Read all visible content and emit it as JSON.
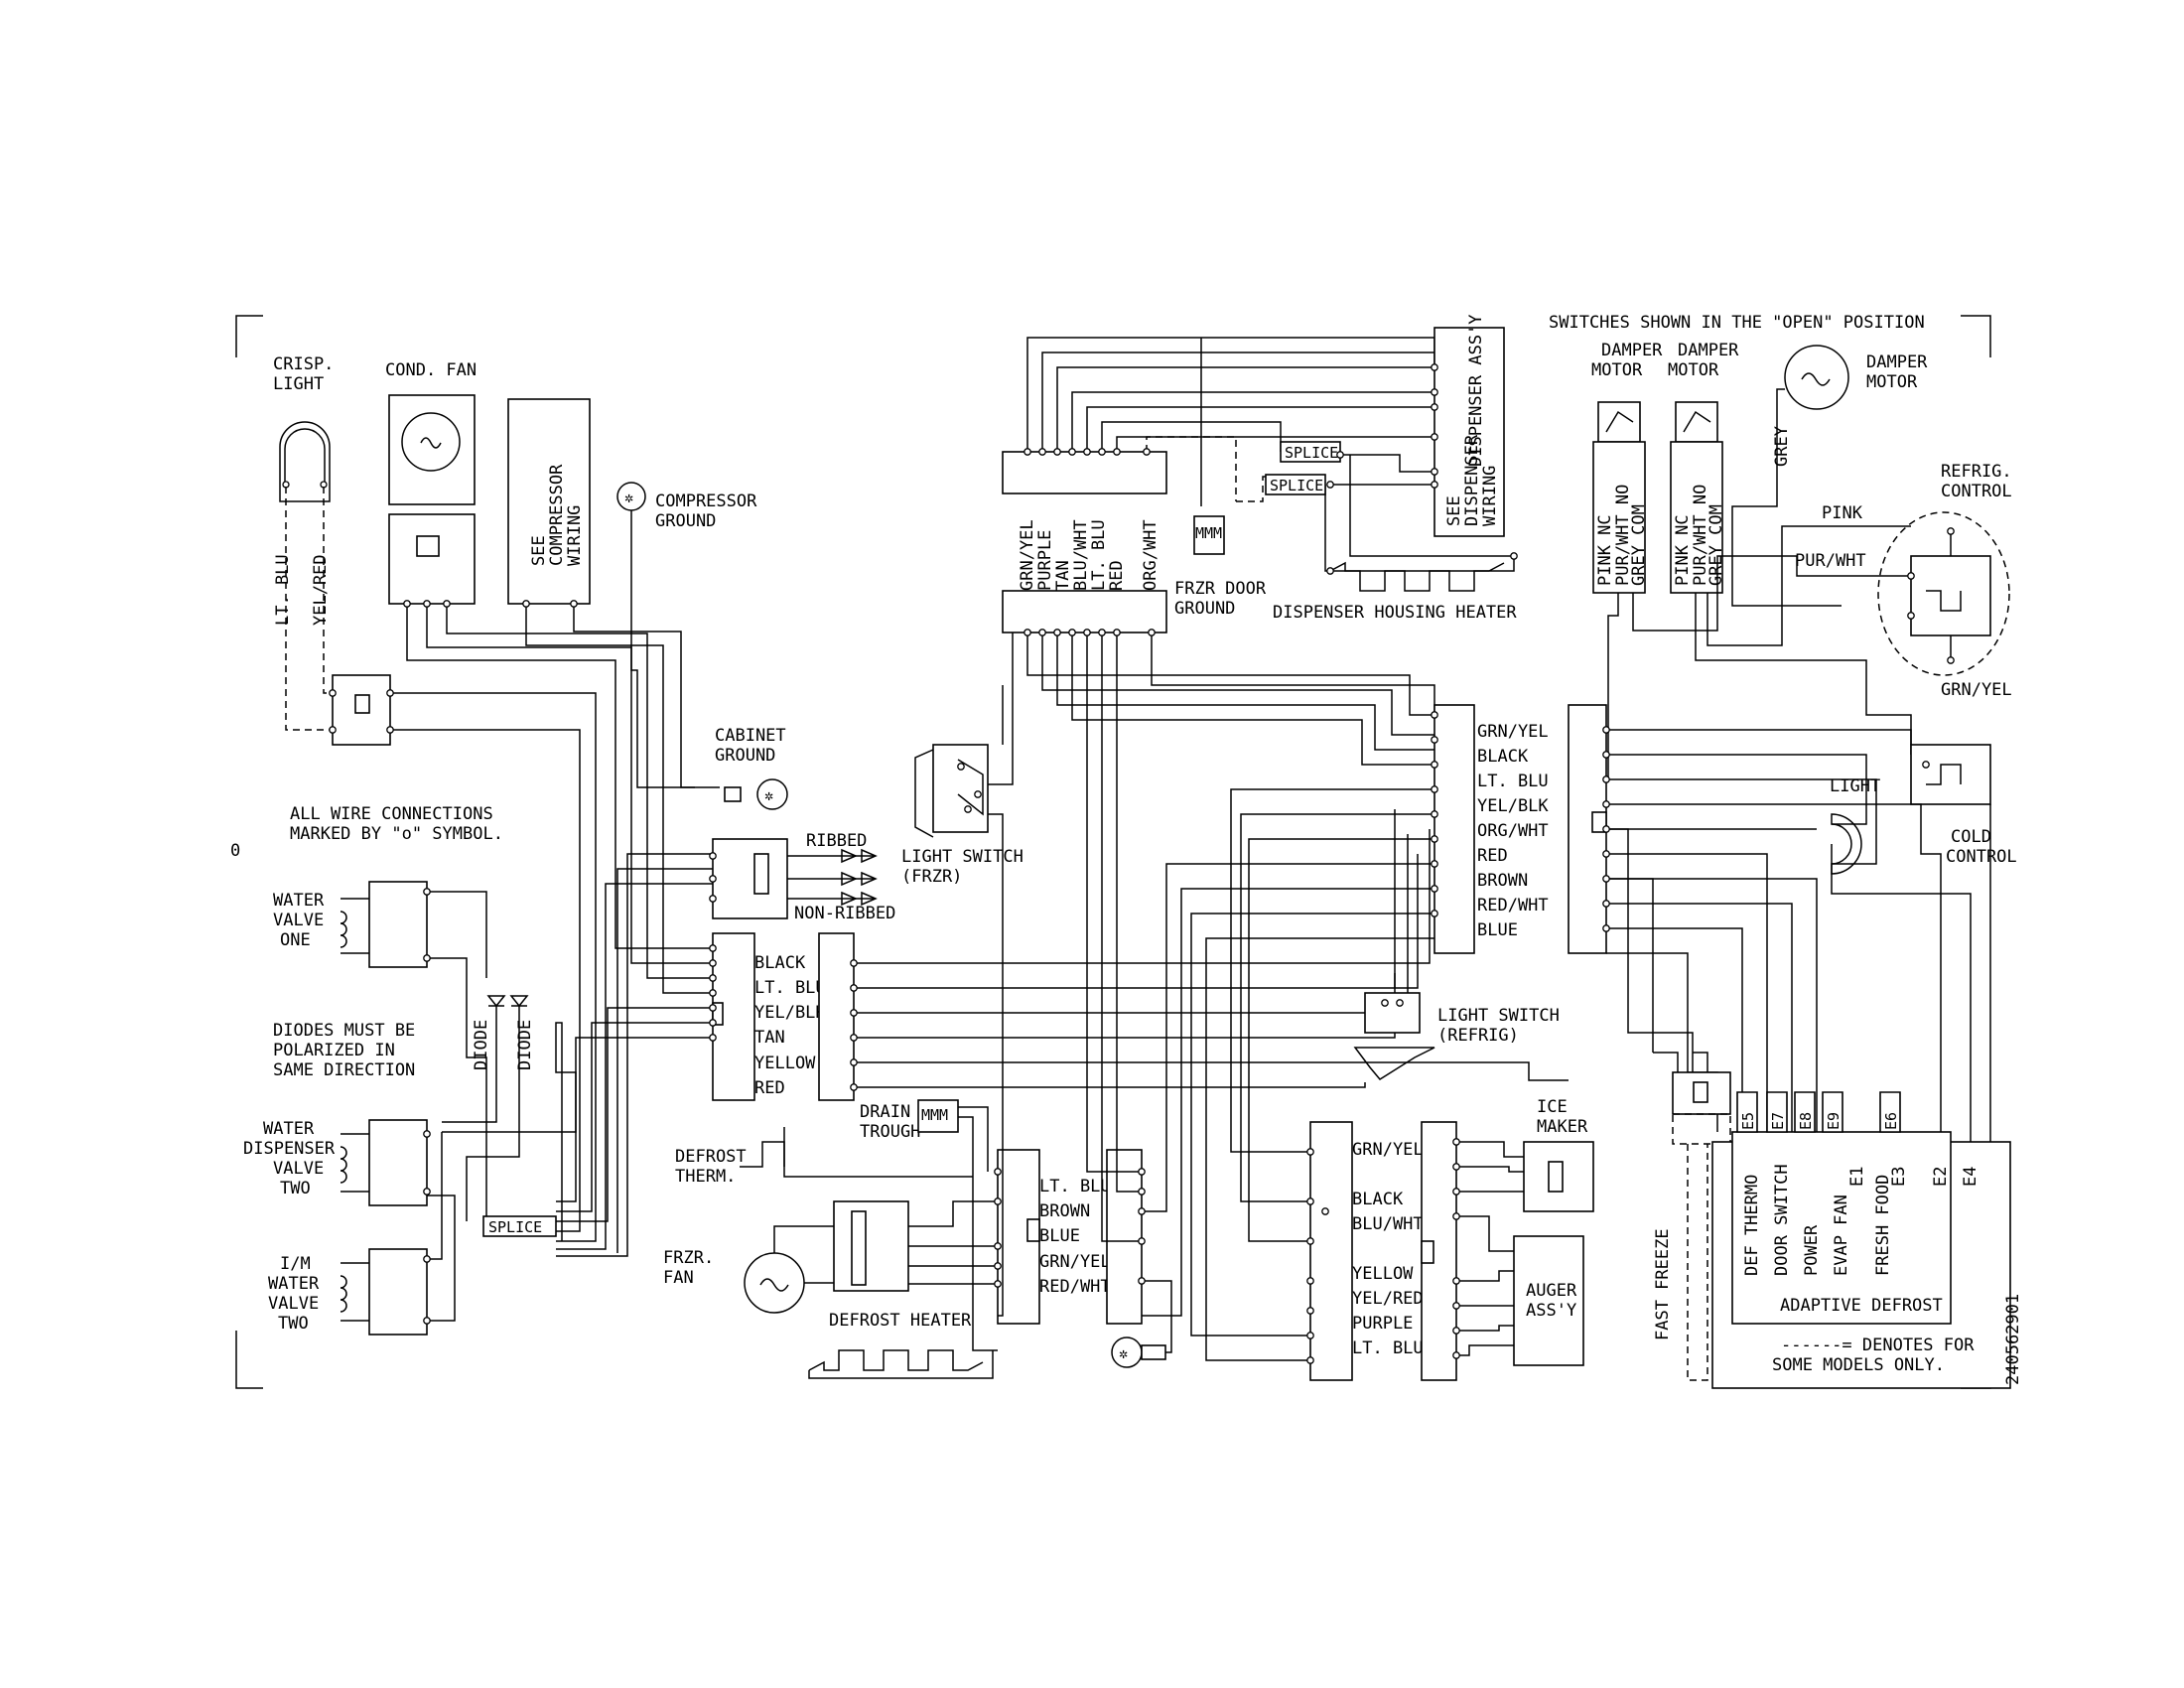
{
  "labels": {
    "crisp_light": [
      "CRISP.",
      "LIGHT"
    ],
    "cond_fan": "COND. FAN",
    "lt_blu": "LT. BLU",
    "yel_red": "YEL/RED",
    "see_compressor_wiring": [
      "SEE",
      "COMPRESSOR",
      "WIRING"
    ],
    "compressor_ground": [
      "COMPRESSOR",
      "GROUND"
    ],
    "cabinet_ground": [
      "CABINET",
      "GROUND"
    ],
    "all_wire_connections": [
      "ALL WIRE CONNECTIONS",
      "MARKED BY \"o\" SYMBOL."
    ],
    "ribbed": "RIBBED",
    "non_ribbed": "NON-RIBBED",
    "water_valve_one": [
      "WATER",
      "VALVE",
      "ONE"
    ],
    "diodes_note": [
      "DIODES MUST BE",
      "POLARIZED IN",
      "SAME DIRECTION"
    ],
    "diode": "DIODE",
    "water_dispenser_valve_two": [
      "WATER",
      "DISPENSER",
      "VALVE",
      "TWO"
    ],
    "im_water_valve_two": [
      "I/M",
      "WATER",
      "VALVE",
      "TWO"
    ],
    "splice": "SPLICE",
    "center_connector": [
      "BLACK",
      "LT. BLU",
      "YEL/BLK",
      "TAN",
      "YELLOW",
      "RED"
    ],
    "drain_trough": [
      "DRAIN",
      "TROUGH"
    ],
    "defrost_therm": [
      "DEFROST",
      "THERM."
    ],
    "frzr_fan": [
      "FRZR.",
      "FAN"
    ],
    "defrost_heater": "DEFROST HEATER",
    "bottom_connector_a": [
      "LT. BLU",
      "BROWN",
      "BLUE",
      "GRN/YEL",
      "RED/WHT"
    ],
    "top_connector": [
      "GRN/YEL",
      "PURPLE",
      "TAN",
      "BLU/WHT",
      "LT. BLU",
      "RED",
      "ORG/WHT"
    ],
    "frzr_door_ground": [
      "FRZR DOOR",
      "GROUND"
    ],
    "see_dispenser_wiring": [
      "SEE",
      "DISPENSER",
      "WIRING"
    ],
    "dispenser_assy": "DISPENSER ASS'Y",
    "dispenser_housing_heater": "DISPENSER HOUSING HEATER",
    "light_switch_frzr": [
      "LIGHT SWITCH",
      "(FRZR)"
    ],
    "right_connector": [
      "GRN/YEL",
      "BLACK",
      "LT. BLU",
      "YEL/BLK",
      "ORG/WHT",
      "RED",
      "BROWN",
      "RED/WHT",
      "BLUE"
    ],
    "light_switch_refrig": [
      "LIGHT SWITCH",
      "(REFRIG)"
    ],
    "bottom_connector_b": [
      "GRN/YEL",
      "BLACK",
      "BLU/WHT",
      "YELLOW",
      "YEL/RED",
      "PURPLE",
      "LT. BLU"
    ],
    "ice_maker": [
      "ICE",
      "MAKER"
    ],
    "auger_assy": [
      "AUGER",
      "ASS'Y"
    ],
    "switches_note": "SWITCHES SHOWN IN THE \"OPEN\" POSITION",
    "damper_motor": [
      "DAMPER",
      "MOTOR"
    ],
    "pink_nc": "PINK NC",
    "pur_wht_no": "PUR/WHT NO",
    "grey_com": "GREY COM",
    "grey": "GREY",
    "pink": "PINK",
    "pur_wht": "PUR/WHT",
    "grn_yel": "GRN/YEL",
    "refrig_control": [
      "REFRIG.",
      "CONTROL"
    ],
    "light": "LIGHT",
    "cold_control": [
      "COLD",
      "CONTROL"
    ],
    "fast_freeze": "FAST FREEZE",
    "terminals": [
      "E5",
      "E7",
      "E8",
      "E9",
      "E6"
    ],
    "board_labels": [
      "DEF THERMO",
      "DOOR SWITCH",
      "POWER",
      "EVAP FAN",
      "E1",
      "FRESH FOOD",
      "E3",
      "E2",
      "E4"
    ],
    "adaptive_defrost": "ADAPTIVE DEFROST",
    "denotes_note": [
      "------= DENOTES FOR",
      "SOME MODELS ONLY."
    ],
    "part_number": "240562901",
    "mmm": "MMM",
    "zero": "0"
  }
}
